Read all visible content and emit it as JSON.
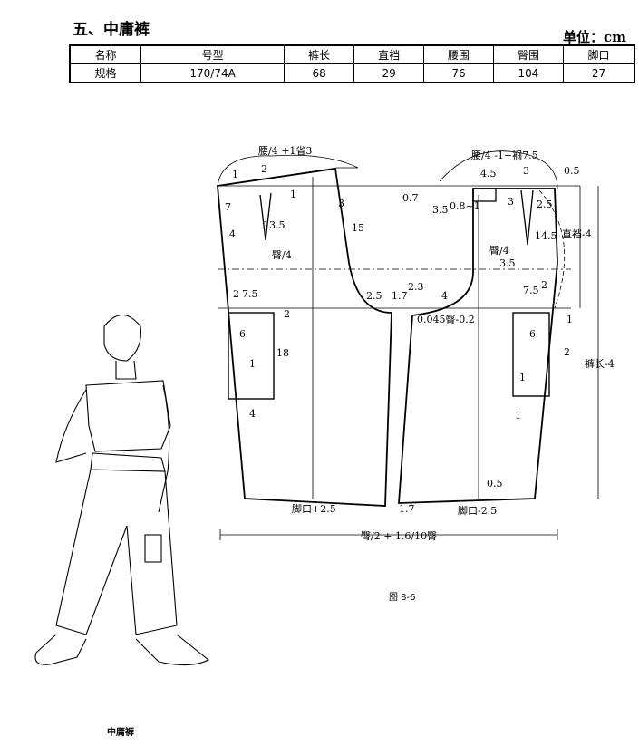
{
  "heading": "五、中庸裤",
  "unit": "单位：cm",
  "table": {
    "headers": [
      "名称",
      "号型",
      "裤长",
      "直裆",
      "腰围",
      "臀围",
      "脚口"
    ],
    "row": [
      "规格",
      "170/74A",
      "68",
      "29",
      "76",
      "104",
      "27"
    ]
  },
  "diagram": {
    "labels": {
      "front_waist": "腰/4 +1省3",
      "back_waist": "腰/4 -1+裥7.5",
      "hip_front": "臀/4",
      "hip_back": "臀/4",
      "rise": "直裆-4",
      "length": "裤长-4",
      "hem_front": "脚口+2.5",
      "hem_back": "脚口-2.5",
      "bottom_dim": "臀/2 + 1.6/10臀",
      "crotch_back": "0.045臀-0.2"
    },
    "numbers": [
      "1",
      "2",
      "7",
      "4",
      "13.5",
      "1",
      "3",
      "15",
      "0.7",
      "3.5",
      "0.8~1",
      "4.5",
      "3",
      "3",
      "2.5",
      "0.5",
      "14.5",
      "3.5",
      "2.5",
      "1.7",
      "2.3",
      "4",
      "2",
      "7.5",
      "2",
      "6",
      "1",
      "18",
      "4",
      "7.5",
      "2",
      "1",
      "6",
      "2",
      "1",
      "1",
      "0.5",
      "1.7"
    ]
  },
  "figure_caption": "图 8-6",
  "illustration_caption": "中庸裤"
}
